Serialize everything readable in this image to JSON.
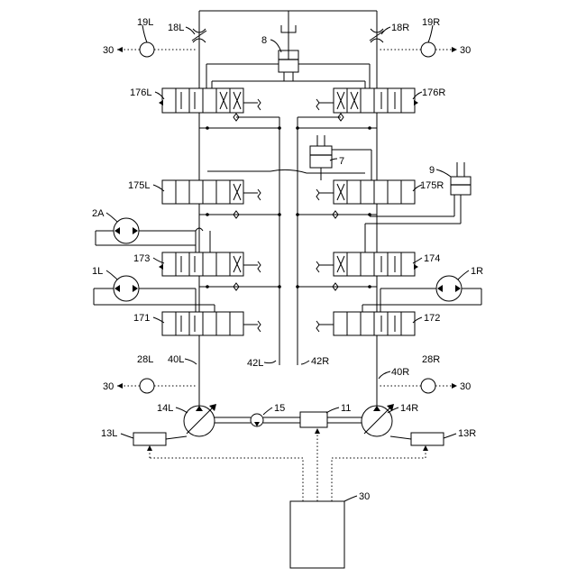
{
  "diagram": {
    "labels": {
      "l19L": "19L",
      "l18L": "18L",
      "l8": "8",
      "l18R": "18R",
      "l19R": "19R",
      "l30a": "30",
      "l30b": "30",
      "l30c": "30",
      "l30d": "30",
      "l30e": "30",
      "l176L": "176L",
      "l176R": "176R",
      "l7": "7",
      "l9": "9",
      "l175L": "175L",
      "l175R": "175R",
      "l2A": "2A",
      "l173": "173",
      "l174": "174",
      "l1L": "1L",
      "l1R": "1R",
      "l171": "171",
      "l172": "172",
      "l28L": "28L",
      "l40L": "40L",
      "l42L": "42L",
      "l42R": "42R",
      "l40R": "40R",
      "l28R": "28R",
      "l14L": "14L",
      "l15": "15",
      "l11": "11",
      "l14R": "14R",
      "l13L": "13L",
      "l13R": "13R"
    }
  }
}
